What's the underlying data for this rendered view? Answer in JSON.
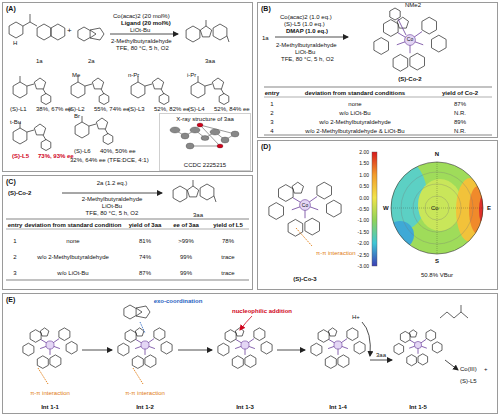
{
  "diagram": {
    "nodes": [
      {
        "text": [
          "(A)"
        ]
      },
      {
        "text": [
          "X-ray structure of 3aa",
          "CCDC 2225215"
        ],
        "in": 0
      },
      {
        "text": [
          "(B)"
        ]
      },
      {
        "text": [
          "(C)"
        ]
      },
      {
        "text": [
          "(D)"
        ]
      },
      {
        "text": [
          "(E)"
        ]
      }
    ],
    "labels": [
      "1a",
      "H",
      "+",
      "2a",
      "Co(acac)2 (20 mol%)",
      "Ligand (20 mol%)",
      "LiOt-Bu",
      "2-Methylbutyraldehyde",
      "TFE, 80 °C, 5 h, O2",
      "3aa",
      "Me",
      "n-Pr",
      "i-Pr",
      "(S)-L1",
      "38%, 67% ee",
      "(S)-L2",
      "55%, 74% ee",
      "(S)-L3",
      "52%, 82% ee",
      "(S)-L4",
      "52%, 84% ee",
      "t-Bu",
      "(S)-L5",
      "73%, 93% ee",
      "Br",
      "(S)-L6",
      "40%, 50% ee",
      "32%, 64% ee (TFE:DCE, 4:1)",
      "1a",
      "Co(acac)2 (1.0 eq.)",
      "(S)-L5 (1.0 eq.)",
      "DMAP (1.0 eq.)",
      "2-Methylbutyraldehyde",
      "LiOt-Bu",
      "TFE, 80 °C, 5 h, O2",
      "NMe2",
      "Co",
      "(S)-Co-2",
      "entry",
      "deviation from standard conditions",
      "yield of Co-2",
      "1",
      "none",
      "87%",
      "2",
      "w/o LiOt-Bu",
      "N.R.",
      "3",
      "w/o 2-Methylbutyraldehyde",
      "89%",
      "4",
      "w/o 2-Methylbutyraldehyde & LiOt-Bu",
      "N.R.",
      "(S)-Co-2",
      "2a (1.2 eq.)",
      "2-Methylbutyraldehyde",
      "LiOt-Bu",
      "TFE, 80 °C, 5 h, O2",
      "3aa",
      "entry",
      "deviation from standard condition",
      "yield of 3aa",
      "ee of 3aa",
      "yield of L5",
      "1",
      "none",
      "81%",
      ">99%",
      "78%",
      "2",
      "w/o 2-Methylbutyraldehyde",
      "74%",
      "99%",
      "trace",
      "3",
      "w/o LiOt-Bu",
      "87%",
      "99%",
      "trace",
      "Co",
      "π-π interaction",
      "(S)-Co-3",
      "N",
      "E",
      "S",
      "W",
      "Co",
      "50.8% VBur",
      "2.00",
      "1.50",
      "1.00",
      "0.50",
      "0.00",
      "-0.50",
      "-1.00",
      "-1.50",
      "-2.00",
      "-2.50",
      "-3.00",
      "Int 1-1",
      "Int 1-2",
      "Int 1-3",
      "Int 1-4",
      "Int 1-5",
      "π-π interaction",
      "π-π interaction",
      "exo-coordination",
      "nucleophilic addition",
      "H+",
      "3aa",
      "Co(III)",
      "+",
      "(S)-L5"
    ]
  }
}
